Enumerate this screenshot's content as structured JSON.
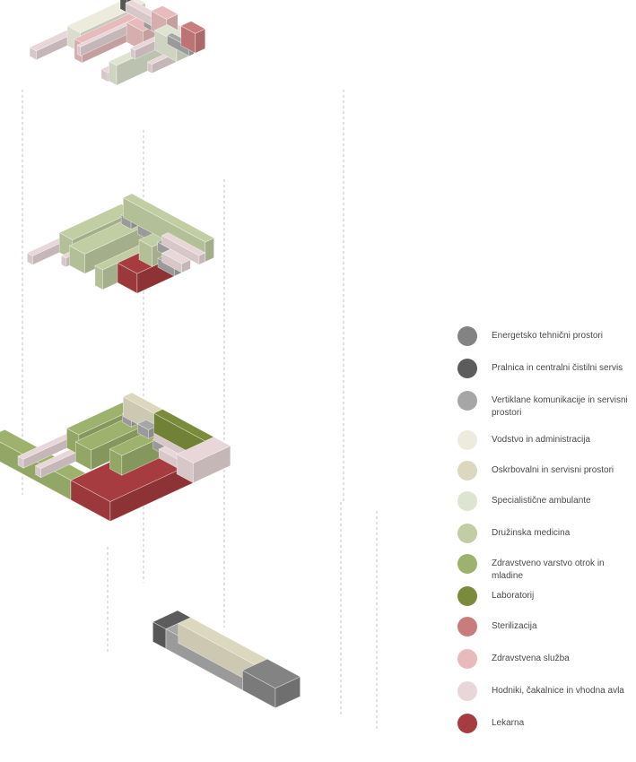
{
  "colors": {
    "energetsko": "#838383",
    "pralnica": "#5c5c5c",
    "vertikalne": "#a6a6a6",
    "vodstvo": "#ecebdd",
    "oskrbovalni": "#dcd7bf",
    "specialisticne": "#dde4cf",
    "druzinska": "#c1cda2",
    "zdravstveno_varstvo": "#9db26d",
    "laboratorij": "#7a8c3b",
    "sterilizacija": "#c97c7c",
    "zdravstvena_sluzba": "#e7bbbb",
    "hodniki": "#e8d6d8",
    "lekarna": "#a63c3f"
  },
  "legend": [
    {
      "label": "Energetsko tehnični prostori",
      "color": "#838383"
    },
    {
      "label": "Pralnica in centralni čistilni servis",
      "color": "#5c5c5c"
    },
    {
      "label": "Vertiklane komunikacije in servisni prostori",
      "color": "#a6a6a6"
    },
    {
      "label": "Vodstvo in administracija",
      "color": "#ecebdd"
    },
    {
      "label": "Oskrbovalni in servisni prostori",
      "color": "#dcd7bf"
    },
    {
      "label": "Specialistične ambulante",
      "color": "#dde4cf"
    },
    {
      "label": "Družinska medicina",
      "color": "#c1cda2"
    },
    {
      "label": "Zdravstveno varstvo otrok in mladine",
      "color": "#9db26d"
    },
    {
      "label": "Laboratorij",
      "color": "#7a8c3b"
    },
    {
      "label": "Sterilizacija",
      "color": "#c97c7c"
    },
    {
      "label": "Zdravstvena služba",
      "color": "#e7bbbb"
    },
    {
      "label": "Hodniki, čakalnice in vhodna avla",
      "color": "#e8d6d8"
    },
    {
      "label": "Lekarna",
      "color": "#a63c3f"
    }
  ]
}
